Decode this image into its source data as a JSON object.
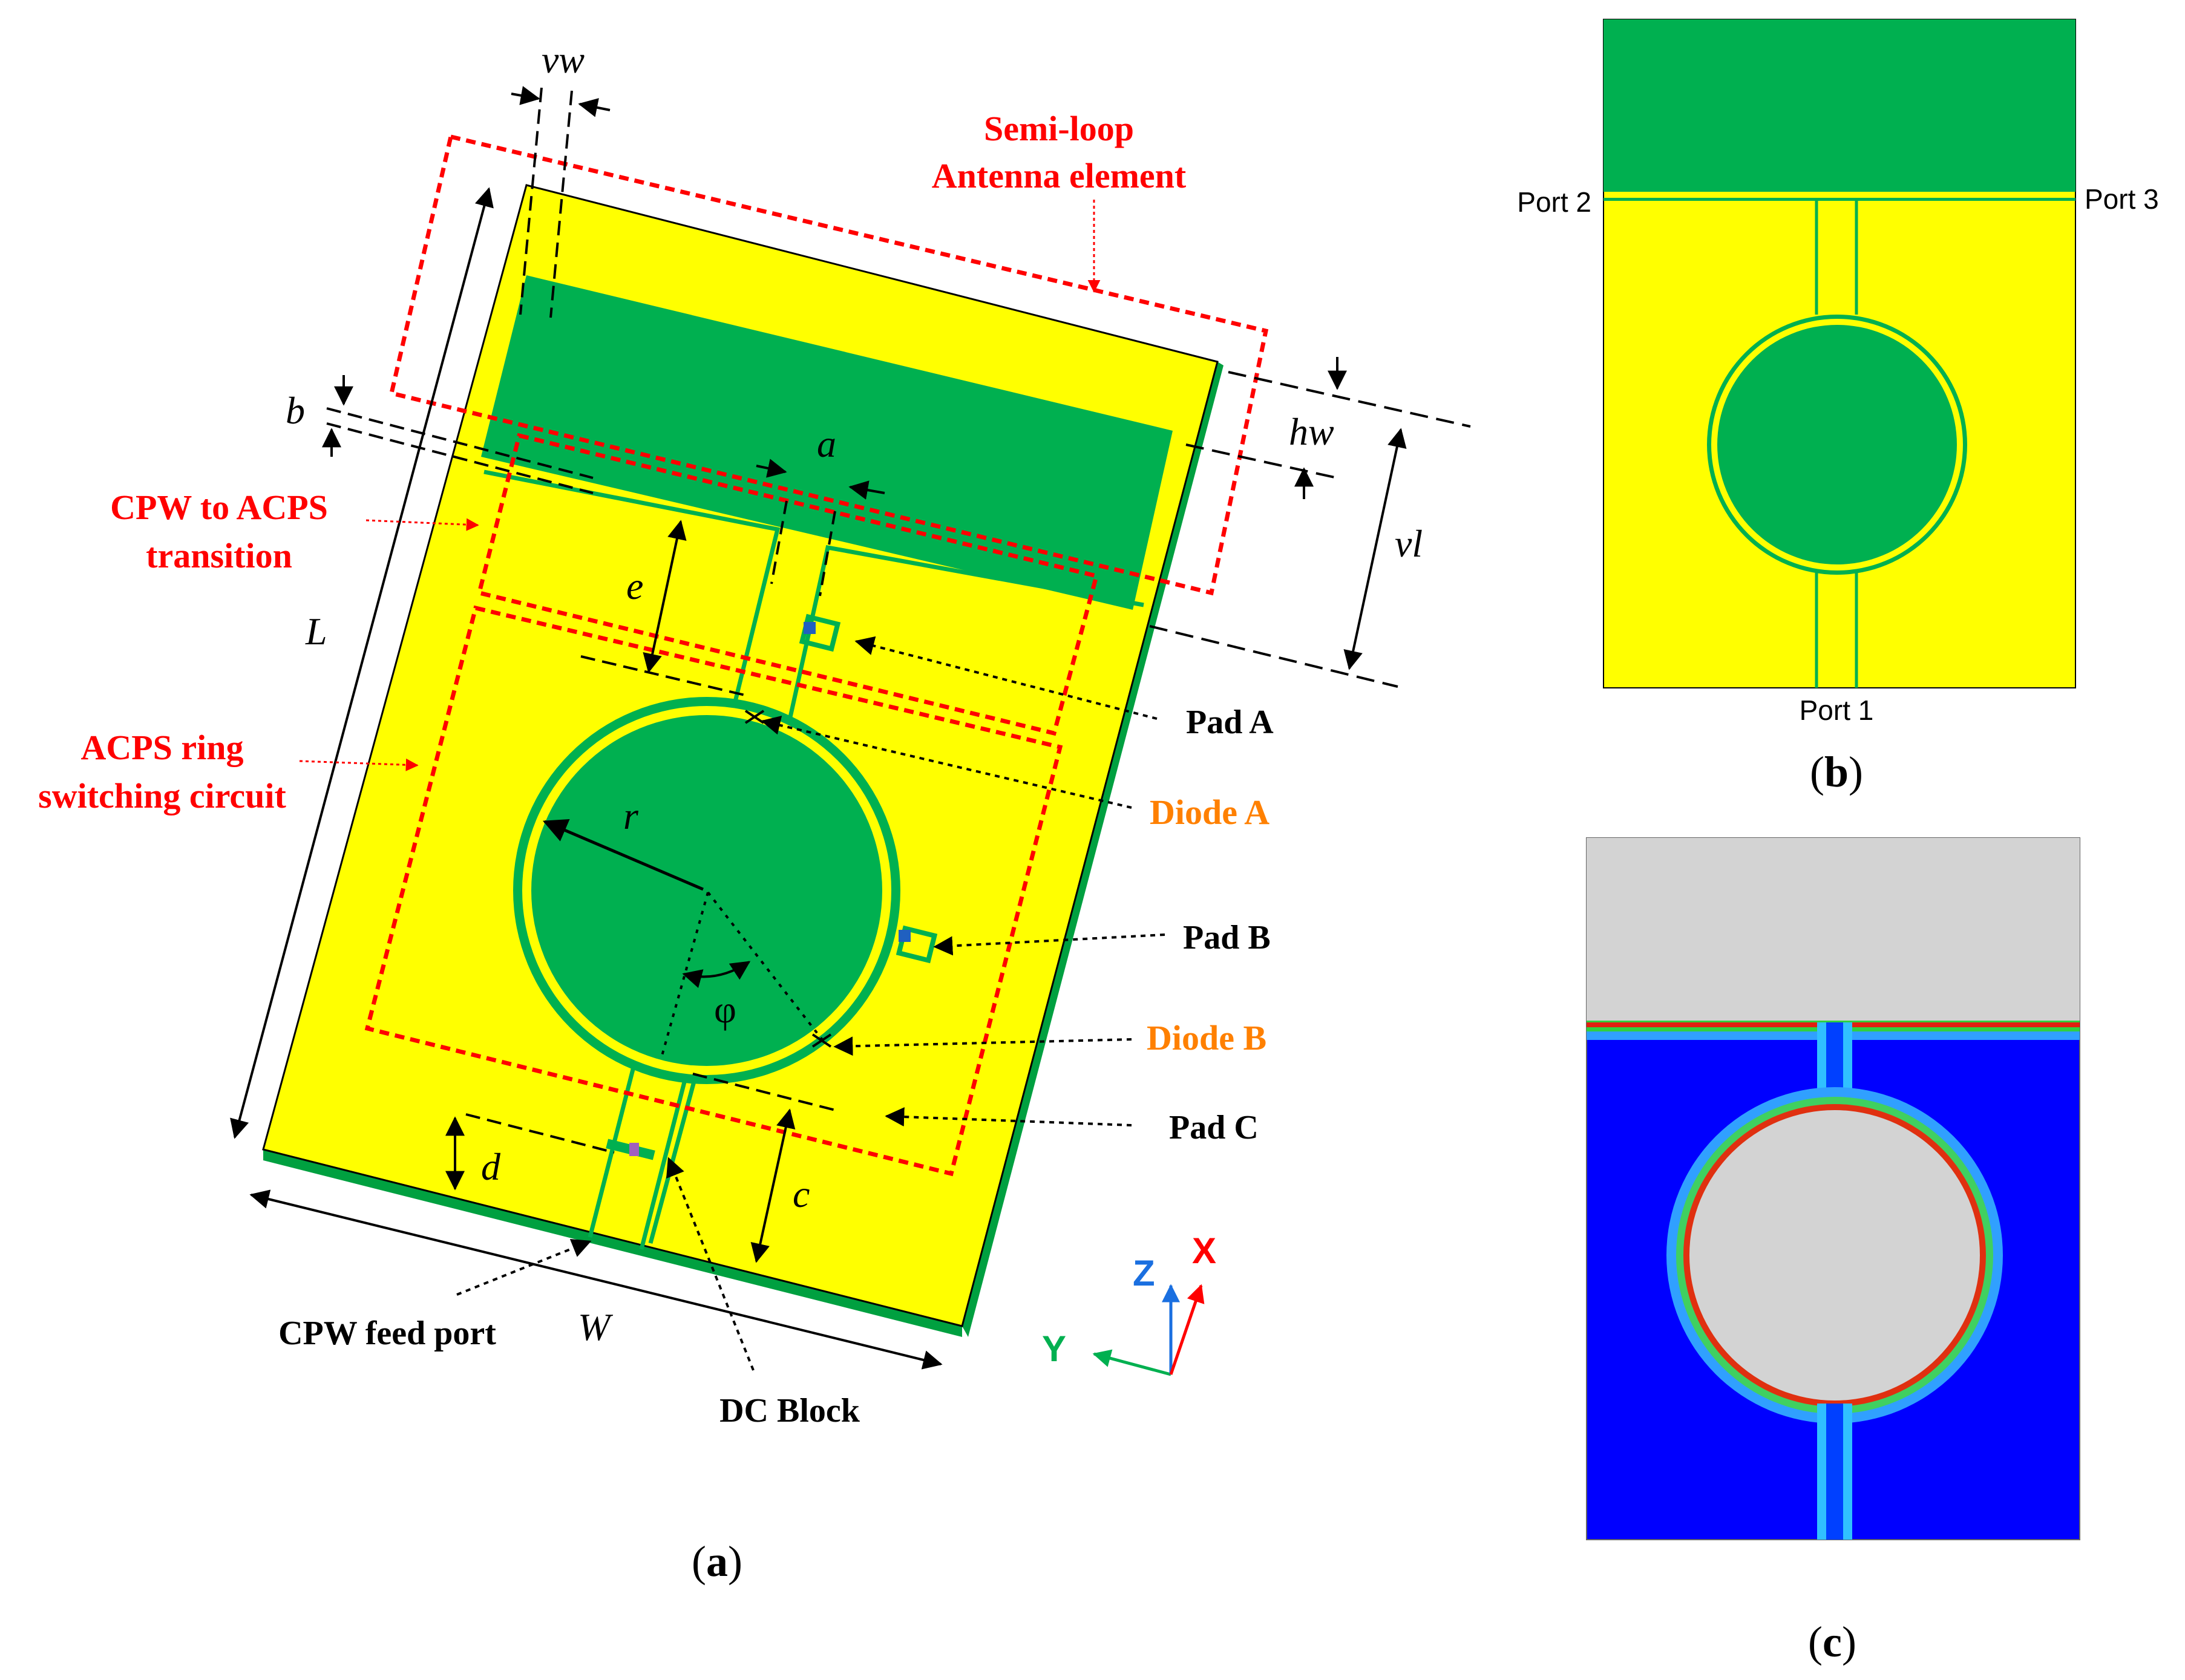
{
  "colors": {
    "substrate": "#ffff00",
    "copper": "#00b050",
    "annotation": "#ff0000",
    "diode": "#ff8000",
    "field_bg": "#0000ff",
    "field_empty": "#d3d3d3",
    "axis_x": "#ff0000",
    "axis_y": "#00b050",
    "axis_z": "#1a6fe0"
  },
  "panel_a": {
    "caption_letter": "a",
    "dimensions": {
      "vw": "vw",
      "b": "b",
      "a": "a",
      "hw": "hw",
      "vl": "vl",
      "L": "L",
      "e": "e",
      "r": "r",
      "phi": "φ",
      "d": "d",
      "c": "c",
      "W": "W"
    },
    "regions": {
      "semi_loop_line1": "Semi-loop",
      "semi_loop_line2": "Antenna element",
      "cpw_acps_line1": "CPW to ACPS",
      "cpw_acps_line2": "transition",
      "acps_ring_line1": "ACPS ring",
      "acps_ring_line2": "switching circuit"
    },
    "callouts": {
      "pad_a": "Pad A",
      "diode_a": "Diode A",
      "pad_b": "Pad B",
      "diode_b": "Diode B",
      "pad_c": "Pad C",
      "cpw_feed": "CPW feed port",
      "dc_block": "DC Block"
    },
    "axes": {
      "x": "X",
      "y": "Y",
      "z": "Z"
    }
  },
  "panel_b": {
    "caption_letter": "b",
    "ports": {
      "port1": "Port 1",
      "port2": "Port 2",
      "port3": "Port 3"
    }
  },
  "panel_c": {
    "caption_letter": "c"
  }
}
